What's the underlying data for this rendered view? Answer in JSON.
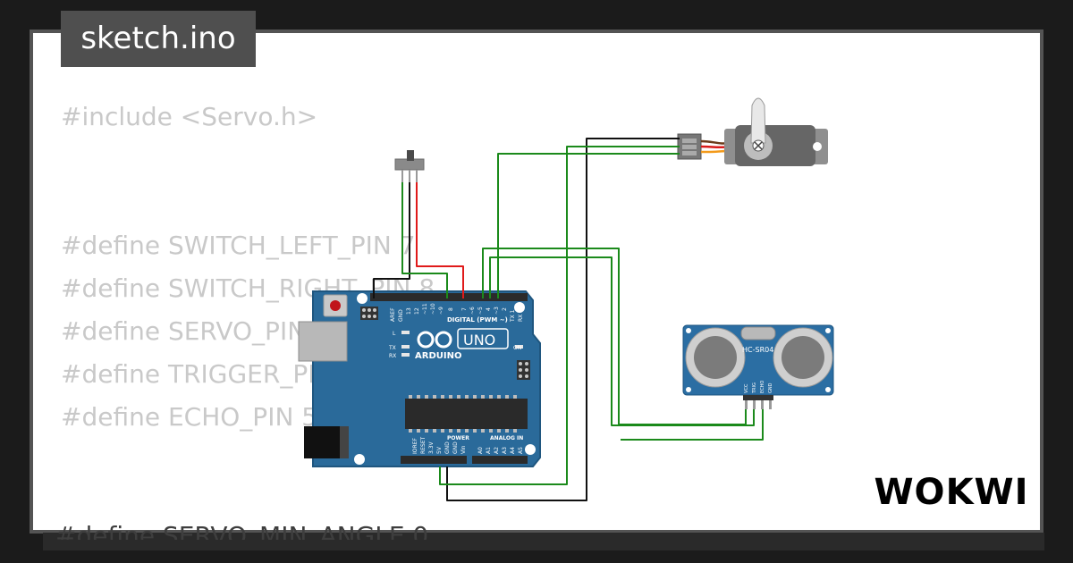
{
  "sketch": {
    "filename": "sketch.ino"
  },
  "code": {
    "lines": [
      "#include <Servo.h>",
      "",
      "",
      "#define SWITCH_LEFT_PIN 7",
      "#define SWITCH_RIGHT_PIN 8",
      "#define SERVO_PIN 9",
      "#define TRIGGER_PIN 4",
      "#define ECHO_PIN 5",
      "",
      "",
      "#define SERVO_MIN_ANGLE 0"
    ]
  },
  "arduino": {
    "brand": "ARDUINO",
    "model": "UNO",
    "digital_label": "DIGITAL (PWM ~)",
    "power_label": "POWER",
    "analog_label": "ANALOG IN",
    "on_label": "ON",
    "led_labels": [
      "L",
      "TX",
      "RX"
    ],
    "digital_pins": [
      "AREF",
      "GND",
      "13",
      "12",
      "~11",
      "~10",
      "~9",
      "8",
      "7",
      "~6",
      "~5",
      "4",
      "~3",
      "2",
      "TX 1",
      "RX 0"
    ],
    "power_pins": [
      "IOREF",
      "RESET",
      "3.3V",
      "5V",
      "GND",
      "GND",
      "Vin"
    ],
    "analog_pins": [
      "A0",
      "A1",
      "A2",
      "A3",
      "A4",
      "A5"
    ]
  },
  "ultrasonic": {
    "model": "HC-SR04",
    "pins": [
      "VCC",
      "TRIG",
      "ECHO",
      "GND"
    ]
  },
  "branding": {
    "logo": "WOKWI"
  },
  "colors": {
    "page_bg": "#1b1b1b",
    "card_bg": "#ffffff",
    "tab_bg": "#4f4f4f",
    "code_text": "#c9c9c9",
    "board_blue": "#2a6a9a",
    "sensor_blue": "#2b6ea3",
    "wire_green": "#1b8a1b",
    "wire_black": "#111111",
    "wire_red": "#e01a1a"
  }
}
